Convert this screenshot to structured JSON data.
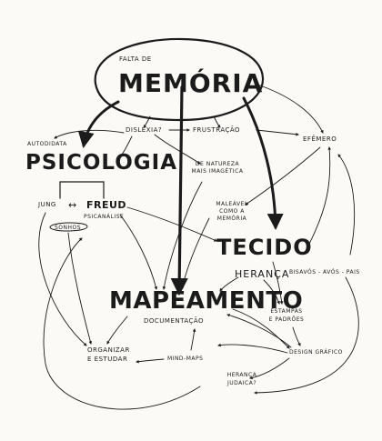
{
  "nodes": {
    "falta_de": "FALTA DE",
    "memoria": "MEMÓRIA",
    "dislexia": "DISLEXIA?",
    "frustracao": "FRUSTRAÇÃO",
    "efemero": "EFÊMERO",
    "autodidata": "AUTODIDATA",
    "psicologia": "PSICOLOGIA",
    "de_natureza_1": "DE NATUREZA",
    "de_natureza_2": "MAIS IMAGÉTICA",
    "jung": "JUNG",
    "freud_arrow": "↔",
    "freud": "FREUD",
    "psicanalise": "PSICANÁLISE",
    "sonhos": "SONHOS",
    "maleavel_1": "MALEÁVEL",
    "maleavel_2": "COMO A",
    "maleavel_3": "MEMÓRIA",
    "tecido": "TECIDO",
    "heranca": "HERANÇA",
    "bisavos": "BISAVÓS - AVÓS - PAIS",
    "mapeamento": "MAPEAMENTO",
    "documentacao": "DOCUMENTAÇÃO",
    "estampas_1": "ESTAMPAS",
    "estampas_2": "E PADRÕES",
    "organizar_1": "ORGANIZAR",
    "organizar_2": "E ESTUDAR",
    "mind_maps": "MIND-MAPS",
    "design_grafico": "DESIGN GRÁFICO",
    "heranca_judaica_1": "HERANÇA",
    "heranca_judaica_2": "JUDAICA?"
  },
  "colors": {
    "ink": "#1b1b1b",
    "paper": "#fbfaf7"
  }
}
